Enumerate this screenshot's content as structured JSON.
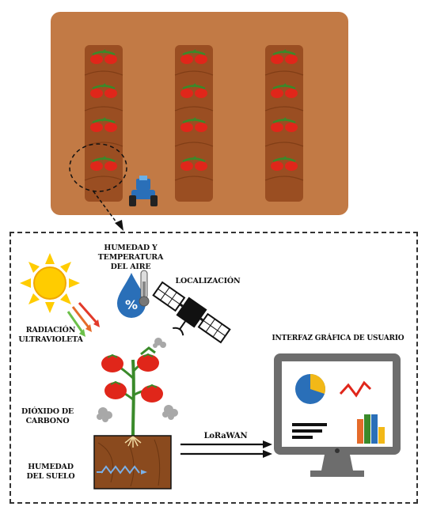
{
  "labels": {
    "humedad_aire": [
      "HUMEDAD Y",
      "TEMPERATURA",
      "DEL AIRE"
    ],
    "localizacion": "LOCALIZACIÓN",
    "radiacion": [
      "RADIACIÓN",
      "ULTRAVIOLETA"
    ],
    "interfaz": "INTERFAZ GRÁFICA DE USUARIO",
    "dioxido": [
      "DIÓXIDO DE",
      "CARBONO"
    ],
    "lorawan": "LoRaWAN",
    "humedad_suelo": [
      "HUMEDAD",
      "DEL SUELO"
    ]
  },
  "icons": [
    "sun-icon",
    "water-drop-percent-icon",
    "thermometer-icon",
    "satellite-icon",
    "tomato-plant-icon",
    "monitor-icon",
    "pie-chart-icon",
    "line-chart-icon",
    "bar-chart-icon",
    "robot-vehicle-icon",
    "co2-cloud-icon",
    "soil-wave-icon"
  ],
  "colors": {
    "field": "#c27a45",
    "furrow": "#9a4e22",
    "tomato": "#e0261a",
    "leaf": "#3a8a2a",
    "sun": "#ffcc00",
    "drop": "#2a6fb8",
    "monitor": "#6d6d6d"
  }
}
